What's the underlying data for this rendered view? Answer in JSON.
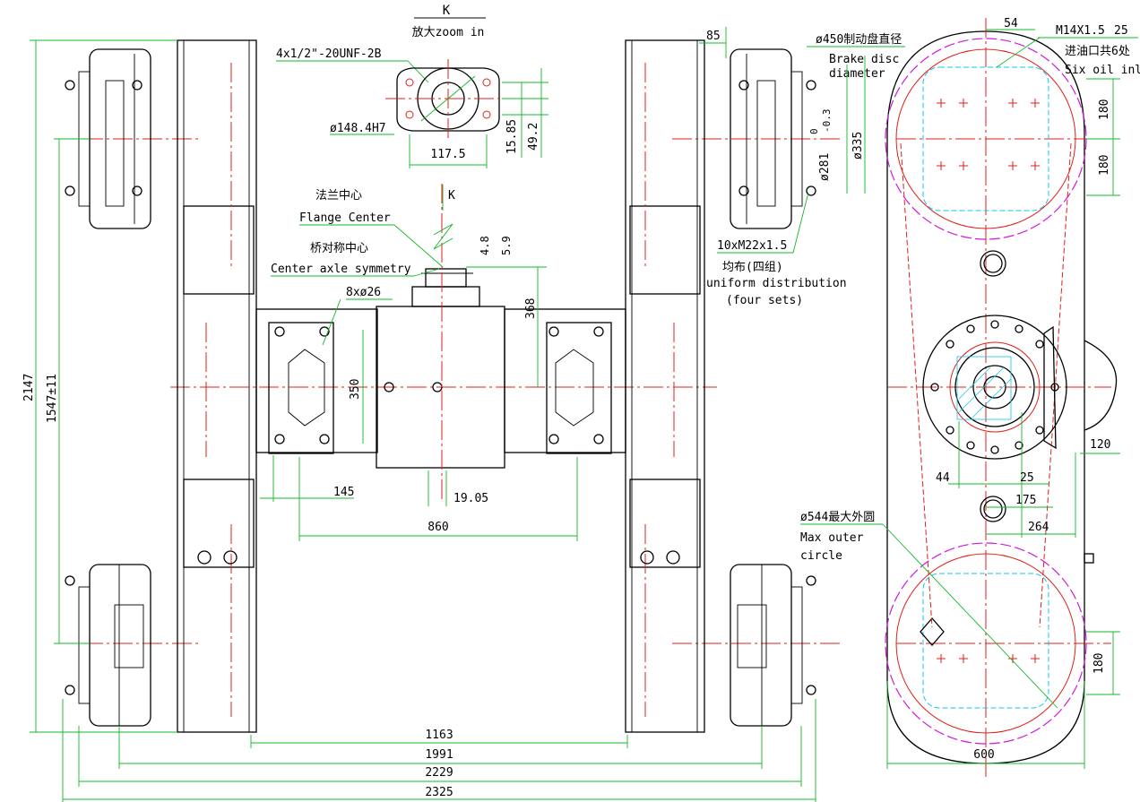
{
  "colors": {
    "outline": "#000000",
    "centerline": "#e0201a",
    "dimension": "#10b828",
    "hidden": "#10c8e8",
    "circle_marker": "#d01adc",
    "background": "#ffffff"
  },
  "zoom_view": {
    "letter": "K",
    "caption": "放大zoom in",
    "thread_note": "4x1/2\"-20UNF-2B",
    "bore_note": "ø148.4H7",
    "dim_width": "117.5",
    "dim_offset1": "15.85",
    "dim_offset2": "49.2"
  },
  "front_view": {
    "flange_center_cn": "法兰中心",
    "flange_center_en": "Flange Center",
    "axle_sym_cn": "桥对称中心",
    "axle_sym_en": "Center axle symmetry",
    "k_arrow": "K",
    "dim_4_8": "4.8",
    "dim_5_9": "5.9",
    "dim_368": "368",
    "dim_holes": "8xø26",
    "dim_350": "350",
    "dim_145": "145",
    "dim_19_05": "19.05",
    "dim_860": "860",
    "dim_85": "85",
    "brake_disc_cn": "ø450制动盘直径",
    "brake_disc_en1": "Brake disc",
    "brake_disc_en2": "diameter",
    "dim_tol_0": "0",
    "dim_tol_minus": "-0.3",
    "dim_281": "ø281",
    "dim_335": "ø335",
    "bolts_note": "10xM22x1.5",
    "uniform_cn": "均布(四组)",
    "uniform_en1": "uniform distribution",
    "uniform_en2": "(four sets)",
    "dim_2147": "2147",
    "dim_1547": "1547±11",
    "dim_1163": "1163",
    "dim_1991": "1991",
    "dim_2229": "2229",
    "dim_2325": "2325"
  },
  "side_view": {
    "dim_54": "54",
    "oil_note": "M14X1.5",
    "oil_depth": "25",
    "oil_cn": "进油口共6处",
    "oil_en": "Six oil inlet",
    "dim_180_a": "180",
    "dim_180_b": "180",
    "dim_180_c": "180",
    "dim_120": "120",
    "dim_44": "44",
    "dim_25": "25",
    "dim_175": "175",
    "dim_264": "264",
    "max_outer_cn": "ø544最大外圆",
    "max_outer_en1": "Max outer",
    "max_outer_en2": "circle",
    "dim_600": "600"
  }
}
